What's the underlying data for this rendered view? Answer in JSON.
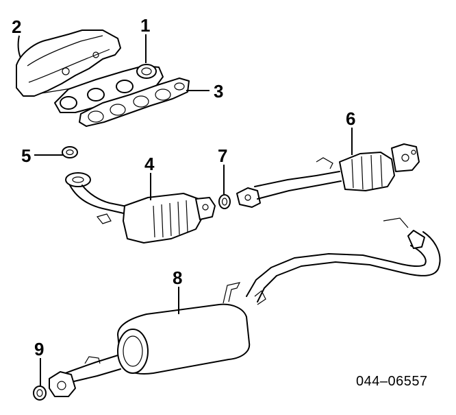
{
  "diagram": {
    "callouts": {
      "c1": "1",
      "c2": "2",
      "c3": "3",
      "c4": "4",
      "c5": "5",
      "c6": "6",
      "c7": "7",
      "c8": "8",
      "c9": "9"
    },
    "drawing_code": "044–06557"
  }
}
